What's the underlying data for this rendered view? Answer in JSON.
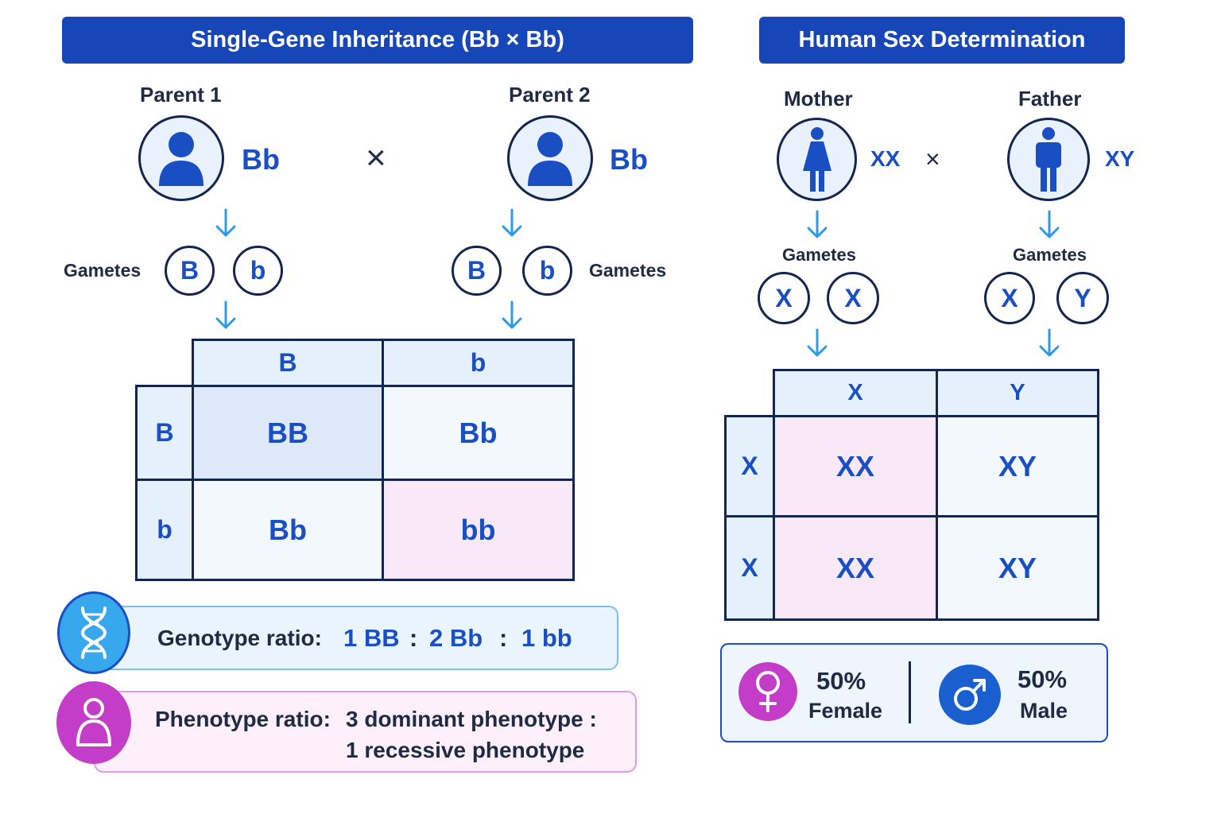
{
  "left": {
    "title": "Single-Gene Inheritance (Bb × Bb)",
    "parent1": {
      "label": "Parent 1",
      "genotype": "Bb"
    },
    "parent2": {
      "label": "Parent 2",
      "genotype": "Bb"
    },
    "cross_symbol": "×",
    "gametes_label": "Gametes",
    "parent1_gametes": [
      "B",
      "b"
    ],
    "parent2_gametes": [
      "B",
      "b"
    ],
    "punnett": {
      "col_headers": [
        "B",
        "b"
      ],
      "row_headers": [
        "B",
        "b"
      ],
      "cells": [
        [
          "BB",
          "Bb"
        ],
        [
          "Bb",
          "bb"
        ]
      ]
    },
    "genotype_ratio": {
      "label": "Genotype ratio:",
      "parts": [
        "1 BB",
        ":",
        "2 Bb",
        ":",
        "1 bb"
      ]
    },
    "phenotype_ratio": {
      "label": "Phenotype ratio:",
      "line1": "3 dominant phenotype :",
      "line2": "1 recessive phenotype"
    }
  },
  "right": {
    "title": "Human Sex Determination",
    "mother": {
      "label": "Mother",
      "genotype": "XX"
    },
    "father": {
      "label": "Father",
      "genotype": "XY"
    },
    "cross_symbol": "×",
    "gametes_label": "Gametes",
    "mother_gametes": [
      "X",
      "X"
    ],
    "father_gametes": [
      "X",
      "Y"
    ],
    "punnett": {
      "col_headers": [
        "X",
        "Y"
      ],
      "row_headers": [
        "X",
        "X"
      ],
      "cells": [
        [
          "XX",
          "XY"
        ],
        [
          "XX",
          "XY"
        ]
      ]
    },
    "summary": {
      "female": {
        "percent": "50%",
        "label": "Female"
      },
      "male": {
        "percent": "50%",
        "label": "Male"
      }
    }
  },
  "colors": {
    "banner": "#1646b8",
    "accent_blue": "#1a4fc4",
    "arrow": "#2b9be8",
    "header_fill": "#e4f0fb",
    "dominant_fill": "#dde9f9",
    "recessive_fill": "#f8e8f8",
    "female_fill": "#c43dc8",
    "male_fill": "#1a5fd0"
  }
}
